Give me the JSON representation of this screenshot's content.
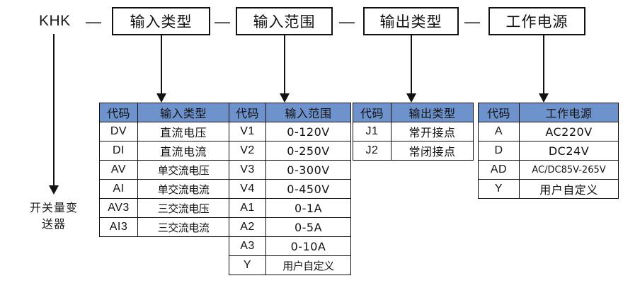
{
  "model": {
    "brand": "KHK",
    "separator": "—",
    "segments": [
      {
        "label": "输入类型"
      },
      {
        "label": "输入范围"
      },
      {
        "label": "输出类型"
      },
      {
        "label": "工作电源"
      }
    ]
  },
  "caption": {
    "line1": "开关量变",
    "line2": "送器"
  },
  "colors": {
    "header_blue": "#6E92CB",
    "line_black": "#111111",
    "background": "#ffffff"
  },
  "tables": [
    {
      "name": "input-type",
      "headers": [
        "代码",
        "输入类型"
      ],
      "rows": [
        [
          "DV",
          "直流电压"
        ],
        [
          "DI",
          "直流电流"
        ],
        [
          "AV",
          "单交流电压"
        ],
        [
          "AI",
          "单交流电流"
        ],
        [
          "AV3",
          "三交流电压"
        ],
        [
          "AI3",
          "三交流电流"
        ]
      ]
    },
    {
      "name": "input-range",
      "headers": [
        "代码",
        "输入范围"
      ],
      "rows": [
        [
          "V1",
          "0-120V"
        ],
        [
          "V2",
          "0-250V"
        ],
        [
          "V3",
          "0-300V"
        ],
        [
          "V4",
          "0-450V"
        ],
        [
          "A1",
          "0-1A"
        ],
        [
          "A2",
          "0-5A"
        ],
        [
          "A3",
          "0-10A"
        ],
        [
          "Y",
          "用户自定义"
        ]
      ]
    },
    {
      "name": "output-type",
      "headers": [
        "代码",
        "输出类型"
      ],
      "rows": [
        [
          "J1",
          "常开接点"
        ],
        [
          "J2",
          "常闭接点"
        ]
      ]
    },
    {
      "name": "power-supply",
      "headers": [
        "代码",
        "工作电源"
      ],
      "rows": [
        [
          "A",
          "AC220V"
        ],
        [
          "D",
          "DC24V"
        ],
        [
          "AD",
          "AC/DC85V-265V"
        ],
        [
          "Y",
          "用户自定义"
        ]
      ]
    }
  ]
}
